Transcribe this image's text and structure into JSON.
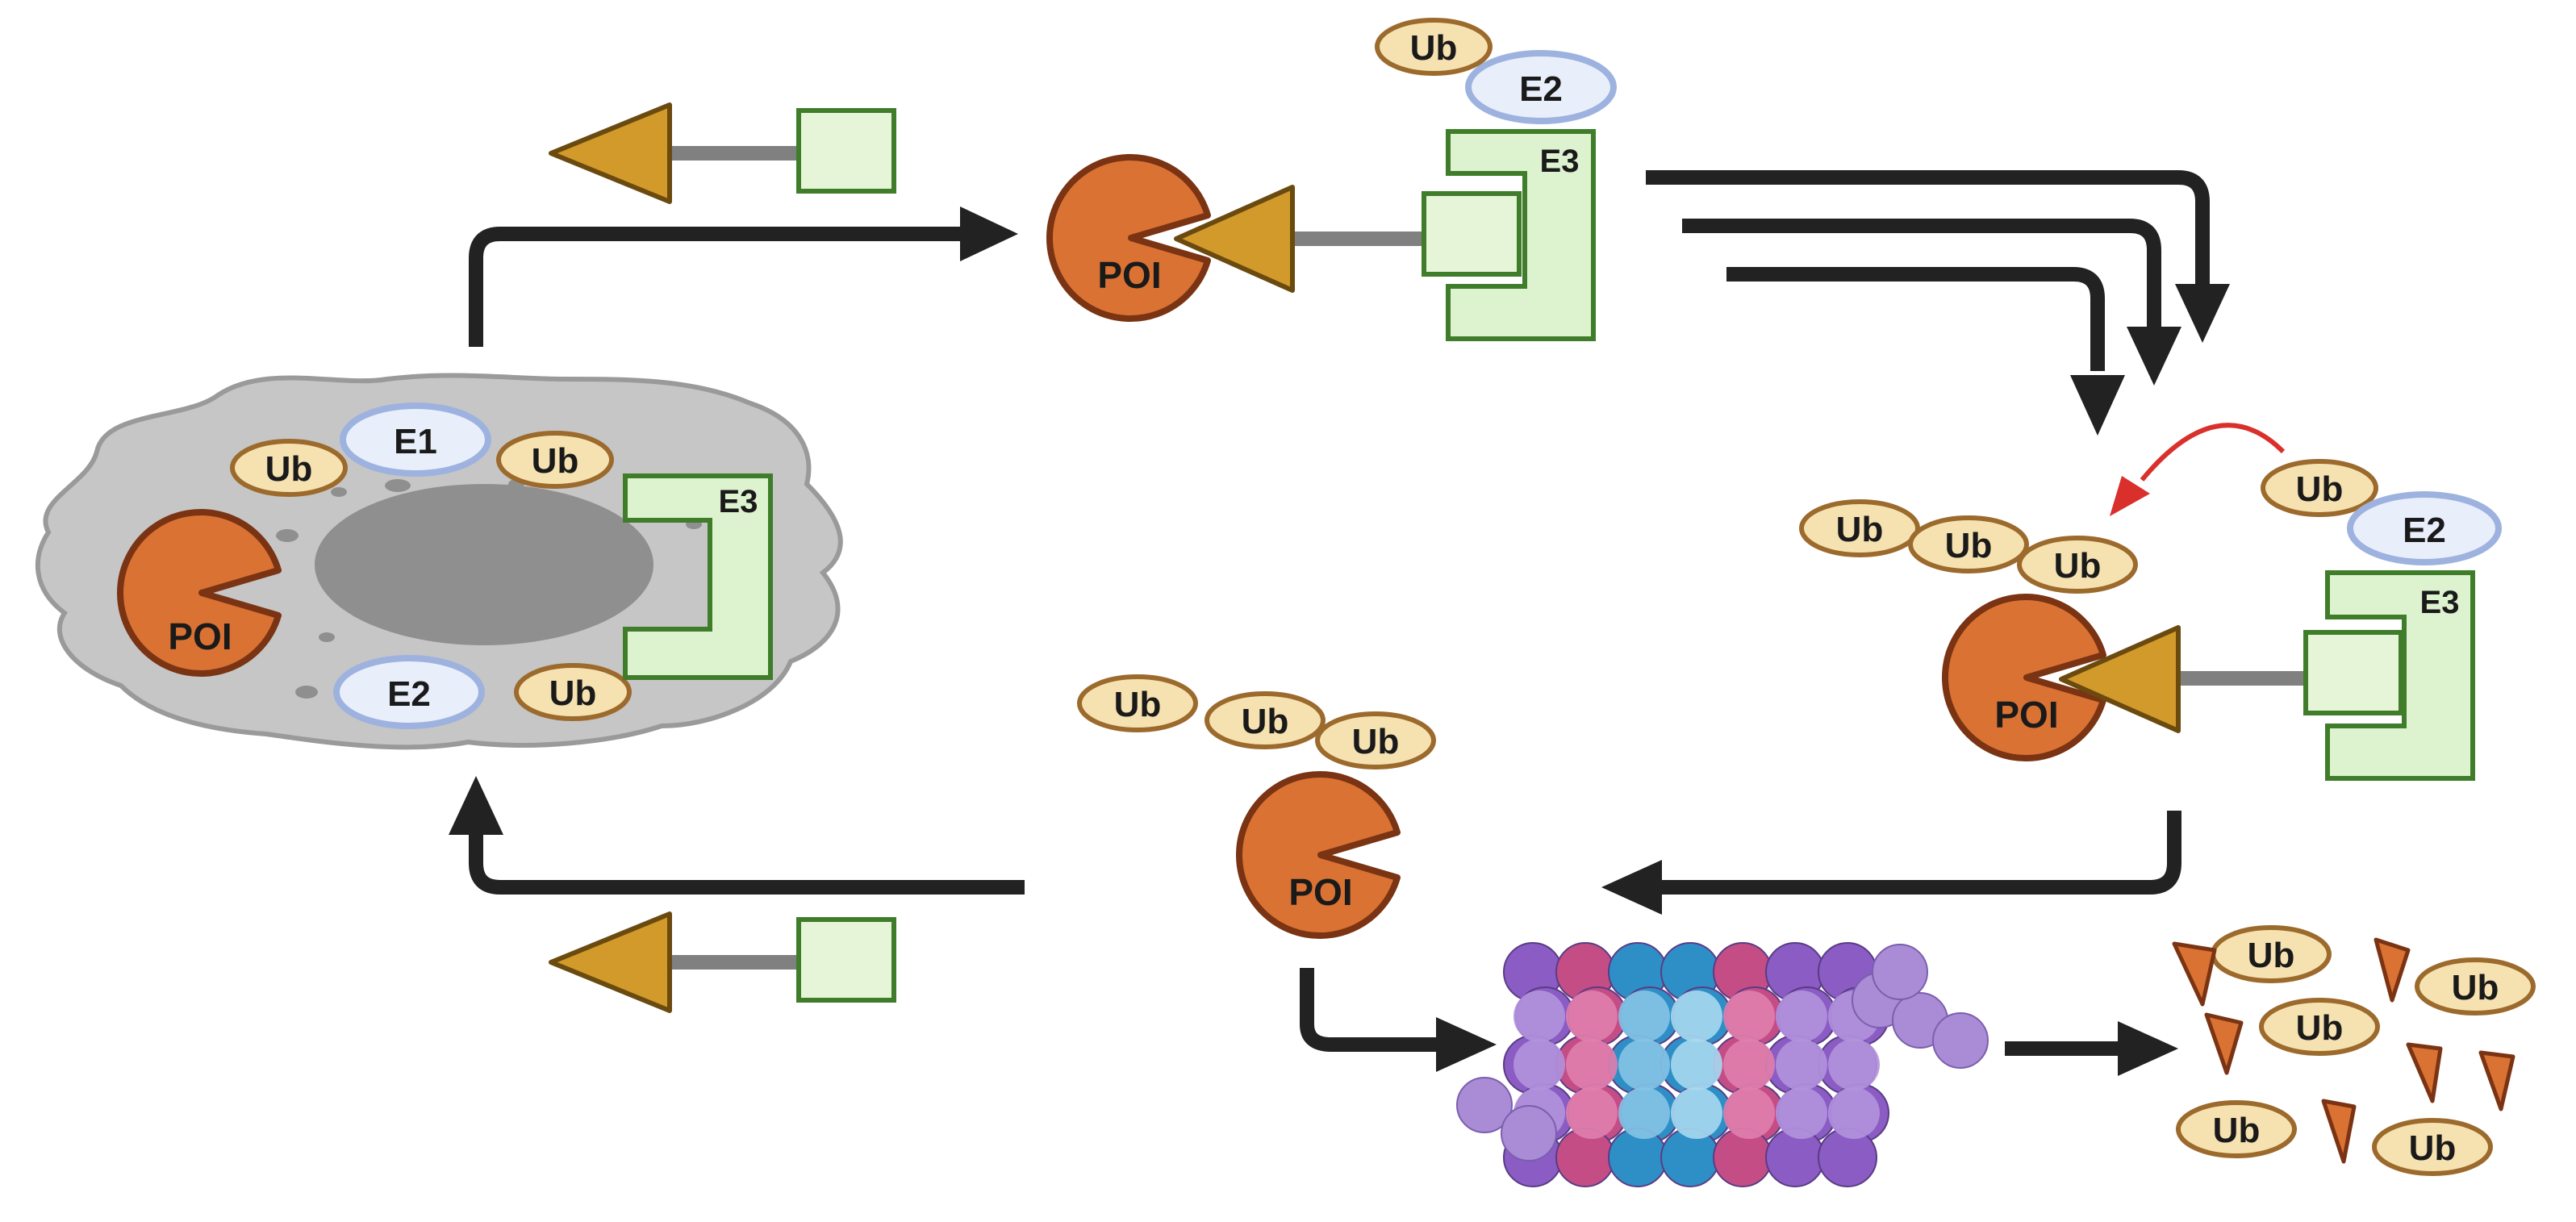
{
  "labels": {
    "poi": "POI",
    "ub": "Ub",
    "e1": "E1",
    "e2": "E2",
    "e3": "E3"
  },
  "colors": {
    "poi_fill": "#d97233",
    "poi_stroke": "#7a3313",
    "ub_fill": "#f6e2b0",
    "ub_stroke": "#9b6a2c",
    "e_fill": "#e9eefb",
    "e_stroke": "#9db2de",
    "e3_fill": "#ddf2cf",
    "e3_stroke": "#3f7d2a",
    "ligand_fill": "#d19a2a",
    "ligand_stroke": "#6b4a10",
    "linker": "#808080",
    "arrow": "#222222",
    "red_arrow": "#d9302c",
    "cell_fill": "#c6c6c6",
    "cell_stroke": "#9a9a9a",
    "nucleus": "#8f8f8f",
    "fragment_fill": "#d97233"
  },
  "icons": {
    "protac": "protac-icon",
    "proteasome": "proteasome-icon",
    "cell": "cell-icon"
  }
}
